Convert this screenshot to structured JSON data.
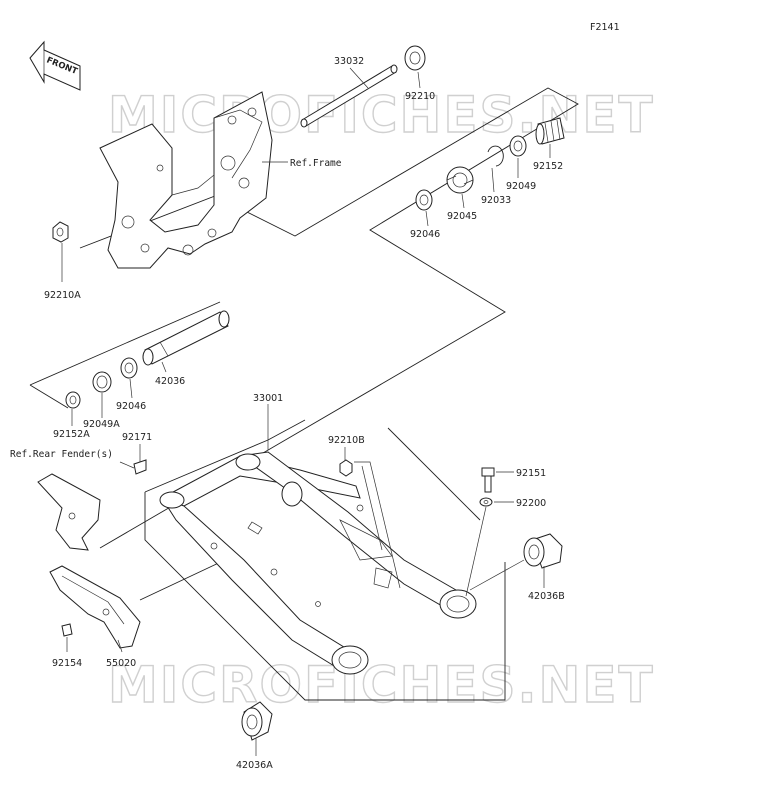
{
  "diagram": {
    "code": "F2141",
    "front_label": "FRONT",
    "watermark": "MICROFICHES.NET",
    "refs": {
      "frame": "Ref.Frame",
      "rear_fender": "Ref.Rear Fender(s)"
    },
    "parts": {
      "p33032": "33032",
      "p92210": "92210",
      "p92152": "92152",
      "p92049": "92049",
      "p92033": "92033",
      "p92045": "92045",
      "p92046": "92046",
      "p92210A": "92210A",
      "p42036": "42036",
      "p92046b": "92046",
      "p92049A": "92049A",
      "p92152A": "92152A",
      "p92171": "92171",
      "p33001": "33001",
      "p92210B": "92210B",
      "p92151": "92151",
      "p92200": "92200",
      "p42036B": "42036B",
      "p92154": "92154",
      "p55020": "55020",
      "p42036A": "42036A"
    }
  }
}
